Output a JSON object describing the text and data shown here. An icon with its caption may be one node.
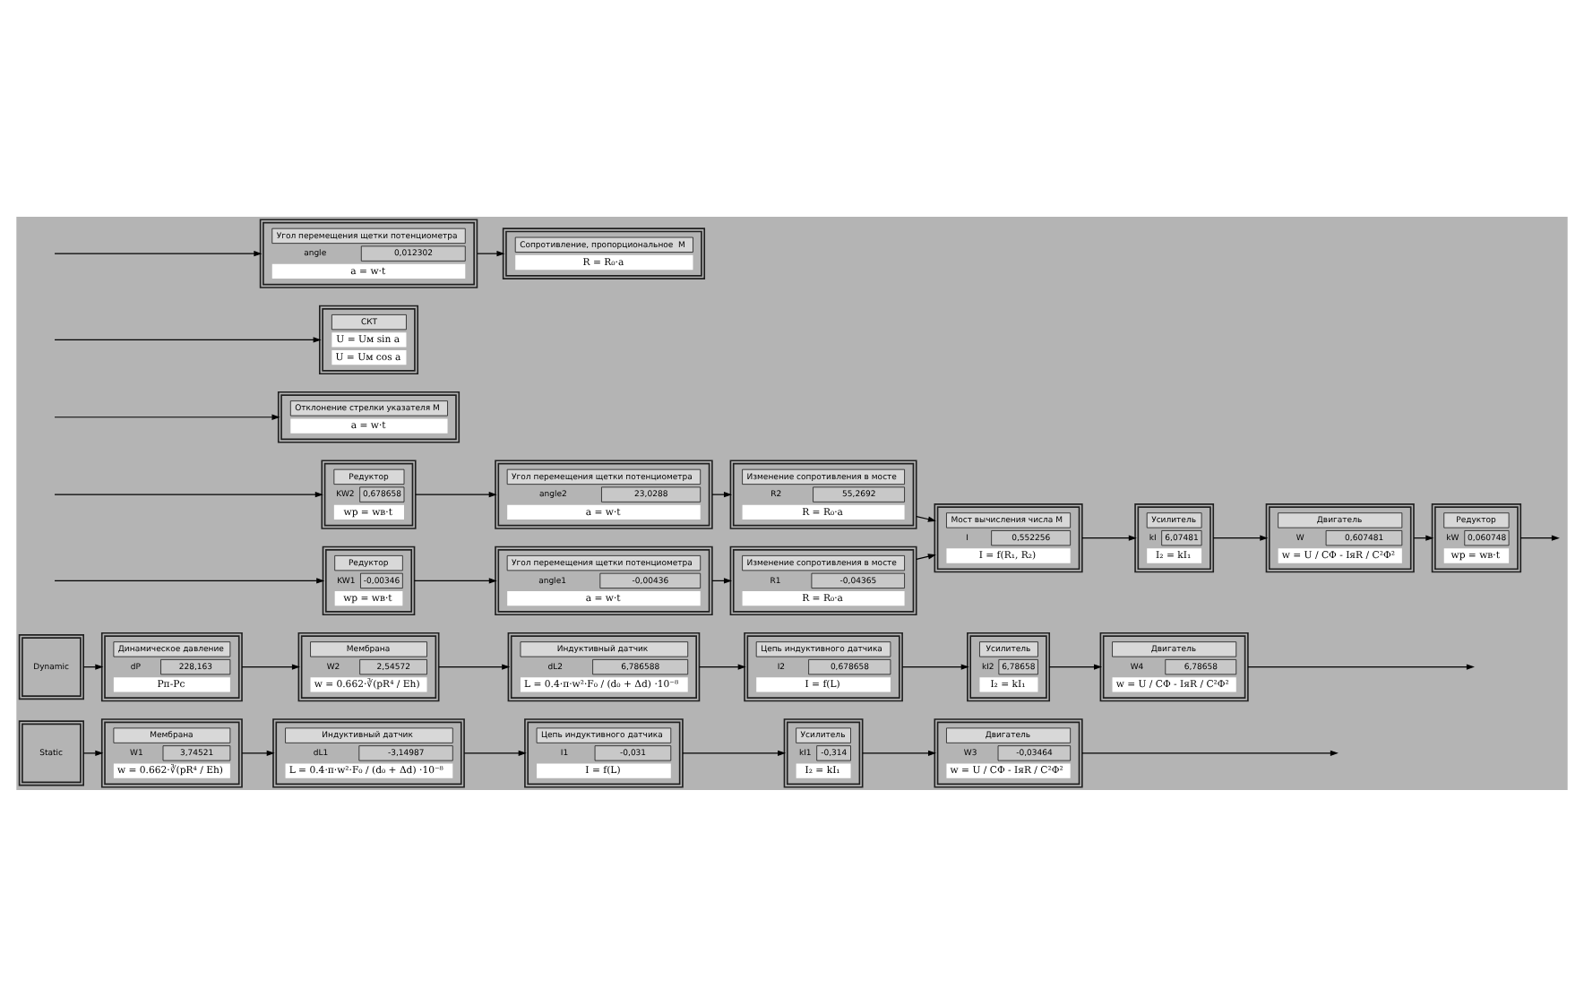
{
  "diagram": {
    "nodes": [
      {
        "text": [
          "Static"
        ]
      },
      {
        "text": [
          "Мембрана",
          "W1",
          "3,74521",
          "w = 0.662·∛(pR⁴ / Eh)"
        ]
      },
      {
        "text": [
          "Индуктивный датчик",
          "dL1",
          "-3,14987",
          "L = 0.4·π·w²·F₀ / (d₀ + Δd) ·10⁻⁸"
        ]
      },
      {
        "text": [
          "Цепь индуктивного датчика",
          "I1",
          "-0,031",
          "I = f(L)"
        ]
      },
      {
        "text": [
          "Усилитель",
          "kI1",
          "-0,314",
          "I₂ = kI₁"
        ]
      },
      {
        "text": [
          "Двигатель",
          "W3",
          "-0,03464",
          "w = U / CΦ - IяR / C²Φ²"
        ]
      },
      {
        "text": [
          "Dynamic"
        ]
      },
      {
        "text": [
          "Динамическое давление",
          "dP",
          "228,163",
          "Pп-Pс"
        ]
      },
      {
        "text": [
          "Мембрана",
          "W2",
          "2,54572",
          "w = 0.662·∛(pR⁴ / Eh)"
        ]
      },
      {
        "text": [
          "Индуктивный датчик",
          "dL2",
          "6,786588",
          "L = 0.4·π·w²·F₀ / (d₀ + Δd) ·10⁻⁸"
        ]
      },
      {
        "text": [
          "Цепь индуктивного датчика",
          "I2",
          "0,678658",
          "I = f(L)"
        ]
      },
      {
        "text": [
          "Усилитель",
          "kI2",
          "6,78658",
          "I₂ = kI₁"
        ]
      },
      {
        "text": [
          "Двигатель",
          "W4",
          "6,78658",
          "w = U / CΦ - IяR / C²Φ²"
        ]
      },
      {
        "text": [
          "Редуктор",
          "KW1",
          "-0,00346",
          "wр = wв·t"
        ]
      },
      {
        "text": [
          "Угол перемещения щетки потенциометра",
          "angle1",
          "-0,00436",
          "a = w·t"
        ]
      },
      {
        "text": [
          "Изменение сопротивления в мосте",
          "R1",
          "-0,04365",
          "R = R₀·a"
        ]
      },
      {
        "text": [
          "Мост вычисления числа М",
          "I",
          "0,552256",
          "I = f(R₁, R₂)"
        ]
      },
      {
        "text": [
          "Усилитель",
          "kI",
          "6,07481",
          "I₂ = kI₁"
        ]
      },
      {
        "text": [
          "Двигатель",
          "W",
          "0,607481",
          "w = U / CΦ - IяR / C²Φ²"
        ]
      },
      {
        "text": [
          "Редуктор",
          "kW",
          "0,060748",
          "wр = wв·t"
        ]
      },
      {
        "text": [
          "Редуктор",
          "KW2",
          "0,678658",
          "wр = wв·t"
        ]
      },
      {
        "text": [
          "Угол перемещения щетки потенциометра",
          "angle2",
          "23,0288",
          "a = w·t"
        ]
      },
      {
        "text": [
          "Изменение сопротивления в мосте",
          "R2",
          "55,2692",
          "R = R₀·a"
        ]
      },
      {
        "text": [
          "Отклонение стрелки указателя М",
          "a = w·t"
        ]
      },
      {
        "text": [
          "СКТ",
          "U = Uм sin a",
          "U = Uм cos a"
        ]
      },
      {
        "text": [
          "Угол перемещения щетки потенциометра",
          "angle",
          "0,012302",
          "a = w·t"
        ]
      },
      {
        "text": [
          "Сопротивление, пропорциональное  М",
          "R = R₀·a"
        ]
      }
    ],
    "edges": [
      {
        "from": 0,
        "to": 1,
        "arrow": "to"
      },
      {
        "from": 1,
        "to": 2,
        "arrow": "to"
      },
      {
        "from": 2,
        "to": 3,
        "arrow": "to"
      },
      {
        "from": 3,
        "to": 4,
        "arrow": "to"
      },
      {
        "from": 4,
        "to": 5,
        "arrow": "to"
      },
      {
        "from": 5,
        "to": null,
        "arrow": "to"
      },
      {
        "from": 6,
        "to": 7,
        "arrow": "to"
      },
      {
        "from": 7,
        "to": 8,
        "arrow": "to"
      },
      {
        "from": 8,
        "to": 9,
        "arrow": "to"
      },
      {
        "from": 9,
        "to": 10,
        "arrow": "to"
      },
      {
        "from": 10,
        "to": 11,
        "arrow": "to"
      },
      {
        "from": 11,
        "to": 12,
        "arrow": "to"
      },
      {
        "from": 12,
        "to": null,
        "arrow": "to"
      },
      {
        "from": null,
        "to": 13,
        "arrow": "to"
      },
      {
        "from": 13,
        "to": 14,
        "arrow": "to"
      },
      {
        "from": 14,
        "to": 15,
        "arrow": "to"
      },
      {
        "from": 15,
        "to": 16,
        "arrow": "to"
      },
      {
        "from": 16,
        "to": 17,
        "arrow": "to"
      },
      {
        "from": 17,
        "to": 18,
        "arrow": "to"
      },
      {
        "from": 18,
        "to": 19,
        "arrow": "to"
      },
      {
        "from": 19,
        "to": null,
        "arrow": "to"
      },
      {
        "from": null,
        "to": 20,
        "arrow": "to"
      },
      {
        "from": 20,
        "to": 21,
        "arrow": "to"
      },
      {
        "from": 21,
        "to": 22,
        "arrow": "to"
      },
      {
        "from": 22,
        "to": 16,
        "arrow": "to"
      },
      {
        "from": null,
        "to": 23,
        "arrow": "to"
      },
      {
        "from": null,
        "to": 24,
        "arrow": "to"
      },
      {
        "from": null,
        "to": 25,
        "arrow": "to"
      },
      {
        "from": 25,
        "to": 26,
        "arrow": "to"
      }
    ]
  }
}
